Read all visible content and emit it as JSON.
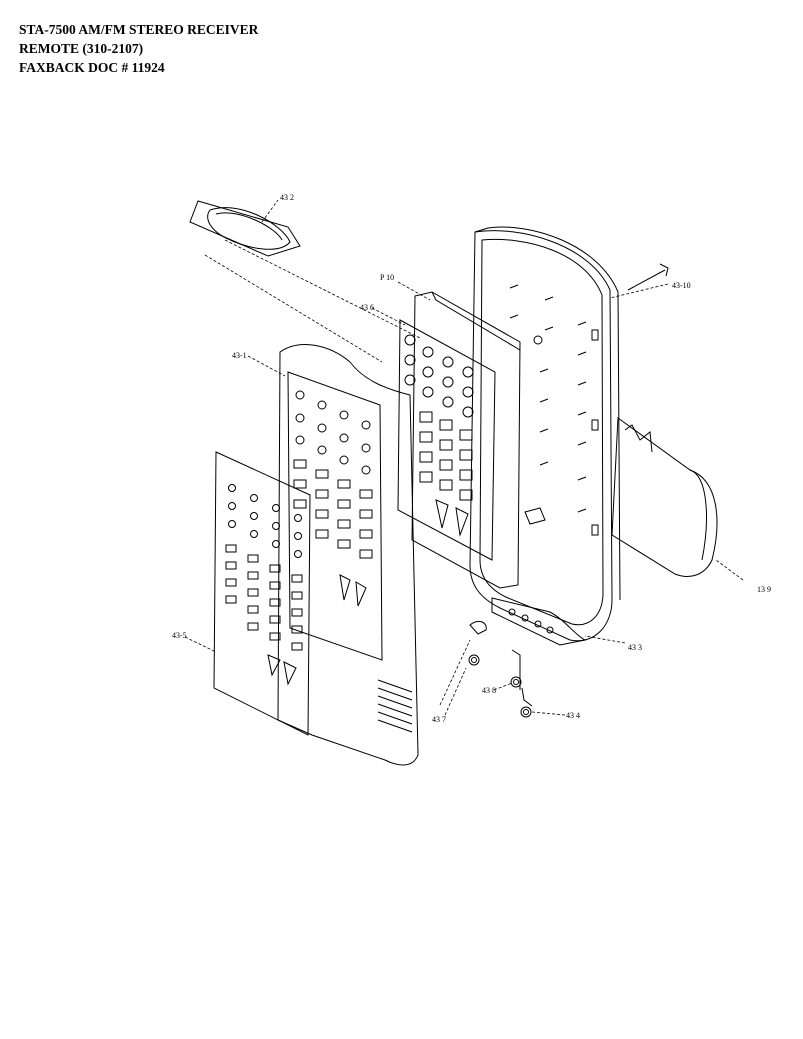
{
  "header": {
    "line1": "STA-7500 AM/FM STEREO RECEIVER",
    "line2": "REMOTE  (310-2107)",
    "line3": "FAXBACK DOC # 11924"
  },
  "callouts": {
    "c432": "43 2",
    "c4310": "43-10",
    "p10": "P 10",
    "c436": "43 6",
    "c431": "43-1",
    "c139": "13 9",
    "c435": "43-5",
    "c433": "43 3",
    "c438": "43 8",
    "c437": "43 7",
    "c434": "43 4"
  }
}
